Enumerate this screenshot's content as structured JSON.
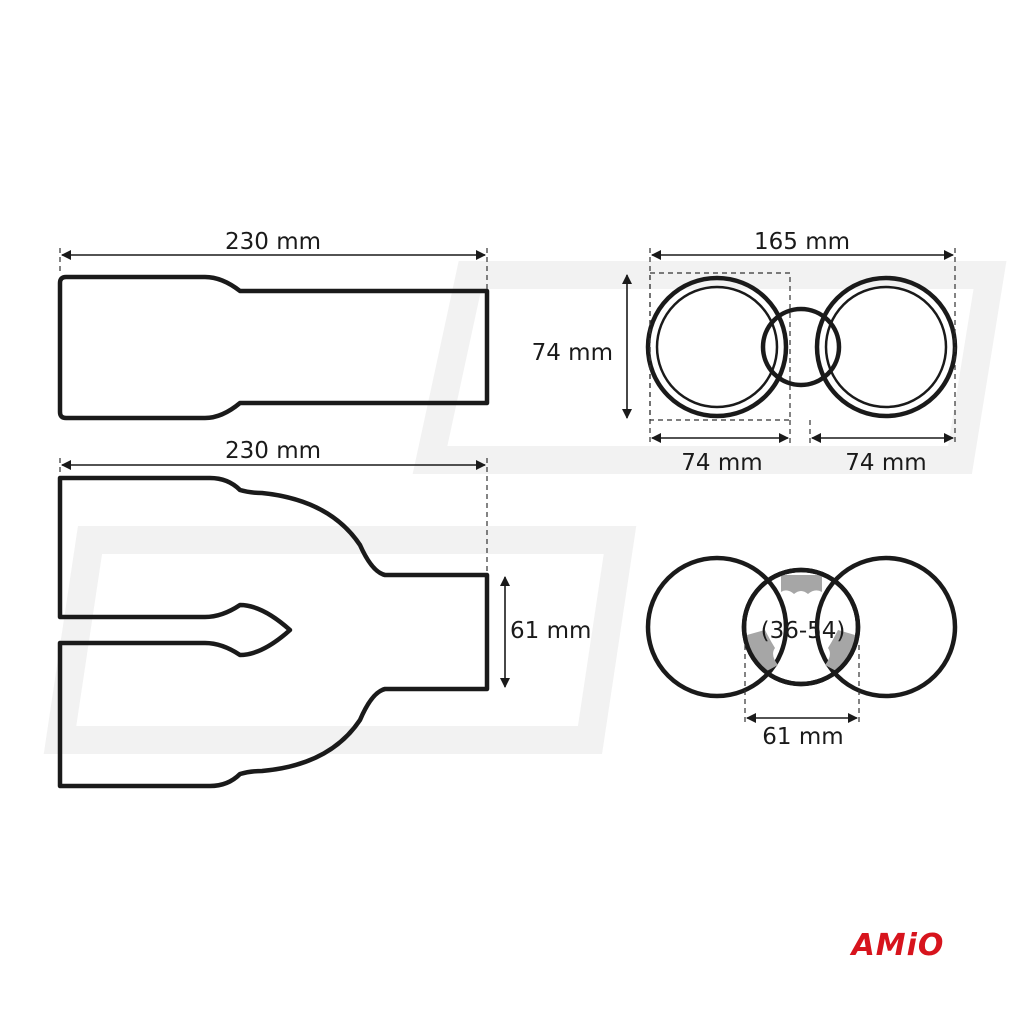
{
  "side_view": {
    "length_label": "230 mm"
  },
  "top_view": {
    "length_label": "230 mm",
    "inlet_label": "61 mm"
  },
  "front_view": {
    "width_label": "165 mm",
    "height_label": "74 mm",
    "left_diameter_label": "74 mm",
    "right_diameter_label": "74 mm"
  },
  "rear_view": {
    "adapter_range_label": "(36-54)",
    "inlet_label": "61 mm"
  },
  "brand": {
    "logo_text": "AMiO",
    "color": "#d7141d"
  },
  "colors": {
    "line": "#1a1a1a",
    "clamp": "#a6a6a6"
  }
}
